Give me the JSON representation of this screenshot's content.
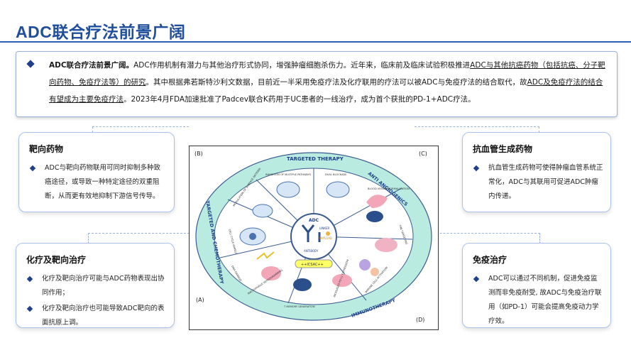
{
  "title": "ADC联合疗法前景广阔",
  "summary": {
    "lead": "ADC联合疗法前景广阔。",
    "p1": "ADC作用机制有潜力与其他治疗形式协同，增强肿瘤细胞杀伤力。近年来，临床前及临床试验积极推进",
    "u1": "ADC与其他抗癌药物（包括抗癌、分子靶向药物、免疫疗法等）的研究",
    "p2": "。其中根据弗若斯特沙利文数据，目前近一半采用免疫疗法及化疗联用的疗法可以被ADC与免疫疗法的结合取代，故",
    "u2": "ADC及免疫疗法的结合有望成为主要免疫疗法",
    "p3": "。2023年4月FDA加速批准了Padcev联合K药用于UC患者的一线治疗，成为首个获批的PD-1+ADC疗法。"
  },
  "boxes": {
    "targeted": {
      "heading": "靶向药物",
      "items": [
        "ADC与靶向药物联用可同时抑制多种致癌途径，或导致一种特定途径的双重阻断，从而更有效地抑制下游信号传导。"
      ]
    },
    "chemo": {
      "heading": "化疗及靶向治疗",
      "items": [
        "化疗及靶向治疗可能与ADC药物表现出协同作用；",
        "化疗及靶向治疗也可能导致ADC靶向的表面抗原上调。"
      ]
    },
    "antiangio": {
      "heading": "抗血管生成药物",
      "items": [
        "抗血管生成药物可使得肿瘤血管系统正常化，ADC与其联用可促进ADC肿瘤内传递。"
      ]
    },
    "immuno": {
      "heading": "免疫治疗",
      "items": [
        "ADC可以通过不同机制，促进免疫监测而非免疫耐受, 故ADC与免疫治疗联用（如PD-1）可能会提高免疫动力学疗效。"
      ]
    }
  },
  "figure": {
    "corner_b": "(B)",
    "corner_c": "(C)",
    "corner_a": "(A)",
    "corner_d": "(D)",
    "ring_top": "TARGETED THERAPY",
    "ring_right": "ANTI ANGIOGENICS",
    "ring_left": "TARGETED AND CHEMOTHERAPY",
    "ring_bottom": "IMMUNOTHERAPY",
    "center_adc": "ADC",
    "center_linker": "LINKER",
    "center_payload": "PAYLOAD",
    "center_antibody": "ANTIBODY",
    "center_bottom": "++ICSAC++",
    "seg_inhibition": "INHIBITION OF MULTIPLE PATHWAYS",
    "seg_dual": "DUAL BLOCKADE",
    "seg_vessel": "BLOOD VESSEL NORMALIZATION",
    "seg_tme": "TME TARGETING",
    "seg_immune": "IMMUNE CELL ACTIVATION",
    "seg_pdl1": "INCREASED PD-L1 EXPRESSION",
    "seg_memory": "T MEMORY GENERATION",
    "seg_macro": "MACROPHAGE REPROGRAMMING",
    "seg_modulation": "MODULATION OF SURFACE ANTIGEN",
    "seg_cellcycle": "CELL CYCLE ARREST",
    "seg_dna": "DNA DAMAGE"
  },
  "colors": {
    "title": "#1f4e9c",
    "bullet": "#1f3f8a",
    "ring": "#a8e3d6",
    "border": "#a9c3e8"
  }
}
